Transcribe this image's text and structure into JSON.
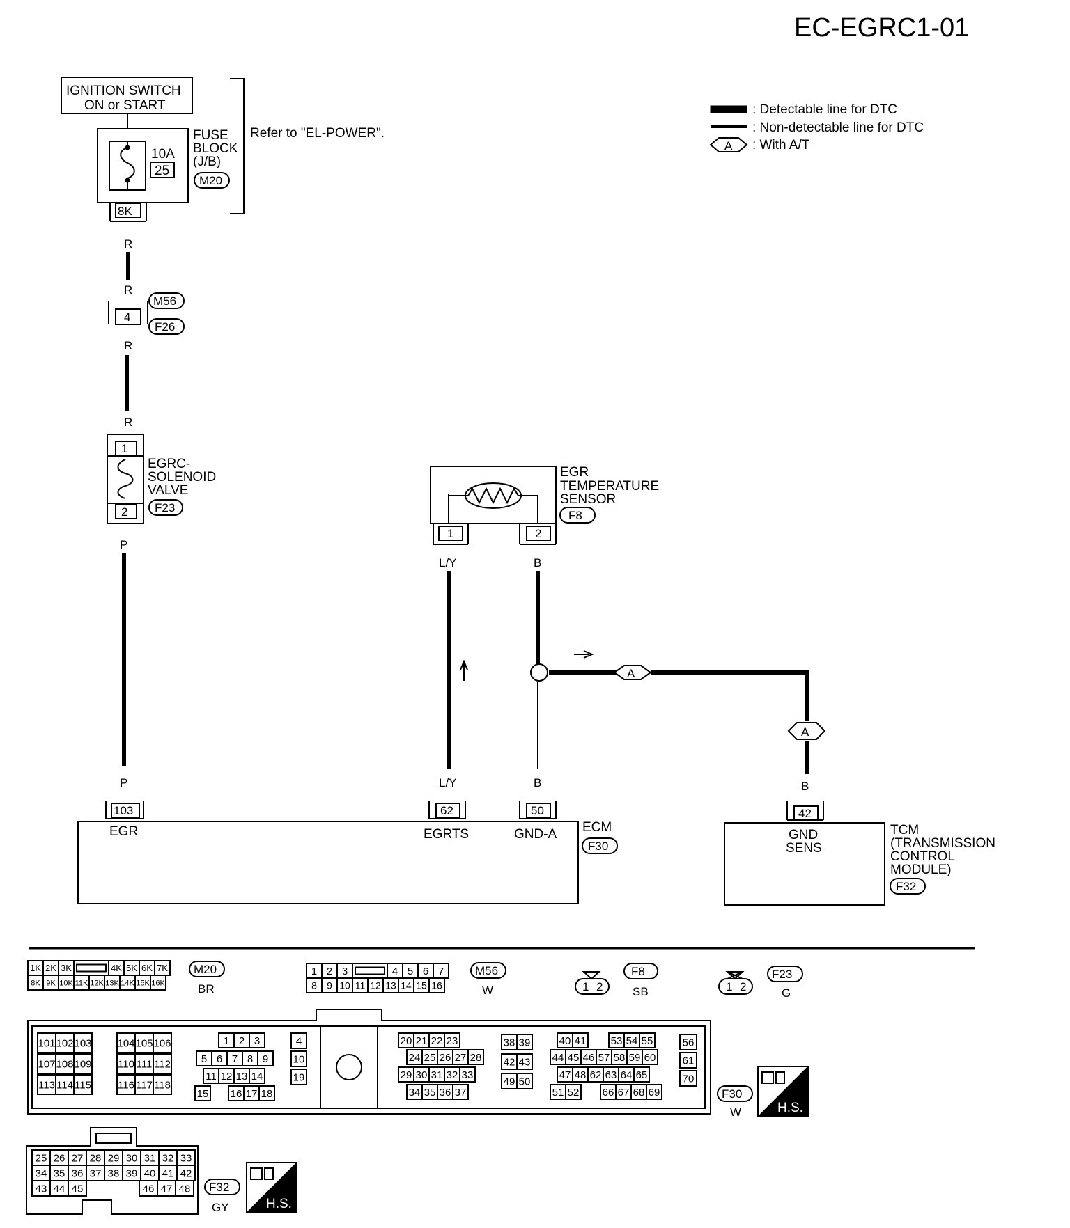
{
  "title": "EC-EGRC1-01",
  "legend": {
    "detectable": ": Detectable line for DTC",
    "non_detectable": ": Non-detectable line for DTC",
    "with_at_symbol": "A",
    "with_at": ": With A/T"
  },
  "power": {
    "switch_line1": "IGNITION SWITCH",
    "switch_line2": "ON or START",
    "fuse_amp": "10A",
    "fuse_no": "25",
    "fuse_block_line1": "FUSE",
    "fuse_block_line2": "BLOCK",
    "fuse_block_line3": "(J/B)",
    "fuse_block_conn": "M20",
    "fuse_terminal": "8K",
    "refer": "Refer to \"EL-POWER\"."
  },
  "wires": {
    "r1": "R",
    "r2": "R",
    "r3": "R",
    "r4": "R",
    "p1": "P",
    "p2": "P",
    "ly1": "L/Y",
    "ly2": "L/Y",
    "b1": "B",
    "b2": "B",
    "b3": "B"
  },
  "joint": {
    "terminal": "4",
    "conn_top": "M56",
    "conn_bottom": "F26"
  },
  "solenoid": {
    "t1": "1",
    "t2": "2",
    "line1": "EGRC-",
    "line2": "SOLENOID",
    "line3": "VALVE",
    "conn": "F23"
  },
  "sensor": {
    "line1": "EGR",
    "line2": "TEMPERATURE",
    "line3": "SENSOR",
    "conn": "F8",
    "t1": "1",
    "t2": "2"
  },
  "ecm": {
    "label": "ECM",
    "conn": "F30",
    "pins": [
      {
        "no": "103",
        "name": "EGR"
      },
      {
        "no": "62",
        "name": "EGRTS"
      },
      {
        "no": "50",
        "name": "GND-A"
      }
    ]
  },
  "tcm": {
    "line1": "TCM",
    "line2": "(TRANSMISSION",
    "line3": "CONTROL",
    "line4": "MODULE)",
    "conn": "F32",
    "pin_no": "42",
    "pin_name1": "GND",
    "pin_name2": "SENS"
  },
  "at_marker": "A",
  "connectors": {
    "m20": {
      "id": "M20",
      "color": "BR",
      "row1": [
        "1K",
        "2K",
        "3K",
        "",
        "4K",
        "5K",
        "6K",
        "7K"
      ],
      "row2": [
        "8K",
        "9K",
        "10K",
        "11K",
        "12K",
        "13K",
        "14K",
        "15K",
        "16K"
      ]
    },
    "m56": {
      "id": "M56",
      "color": "W",
      "row1": [
        "1",
        "2",
        "3",
        "",
        "4",
        "5",
        "6",
        "7"
      ],
      "row2": [
        "8",
        "9",
        "10",
        "11",
        "12",
        "13",
        "14",
        "15",
        "16"
      ]
    },
    "f8": {
      "id": "F8",
      "color": "SB",
      "pins": [
        "1",
        "2"
      ]
    },
    "f23": {
      "id": "F23",
      "color": "G",
      "pins": [
        "1",
        "2"
      ]
    },
    "f30": {
      "id": "F30",
      "color": "W",
      "g1": [
        [
          "101",
          "102",
          "103"
        ],
        [
          "107",
          "108",
          "109"
        ],
        [
          "113",
          "114",
          "115"
        ]
      ],
      "g2": [
        [
          "104",
          "105",
          "106"
        ],
        [
          "110",
          "111",
          "112"
        ],
        [
          "116",
          "117",
          "118"
        ]
      ],
      "g3": [
        [
          "1",
          "2",
          "3"
        ],
        [
          "5",
          "6",
          "7",
          "8",
          "9"
        ],
        [
          "11",
          "12",
          "13",
          "14"
        ],
        [
          "15",
          "16",
          "17",
          "18"
        ]
      ],
      "g4": [
        "4",
        "10",
        "19"
      ],
      "g5": [
        [
          "20",
          "21",
          "22",
          "23"
        ],
        [
          "24",
          "25",
          "26",
          "27",
          "28"
        ],
        [
          "29",
          "30",
          "31",
          "32",
          "33"
        ],
        [
          "34",
          "35",
          "36",
          "37"
        ]
      ],
      "g6": [
        [
          "38",
          "39"
        ],
        [
          "42",
          "43"
        ],
        [
          "49",
          "50"
        ]
      ],
      "g7": [
        [
          "40",
          "41"
        ],
        [
          "44",
          "45",
          "46",
          "57",
          "58",
          "59",
          "60"
        ],
        [
          "47",
          "48",
          "62",
          "63",
          "64",
          "65"
        ],
        [
          "51",
          "52"
        ]
      ],
      "g7b": [
        [
          "53",
          "54",
          "55"
        ],
        [
          "66",
          "67",
          "68",
          "69"
        ]
      ],
      "g8": [
        "56",
        "61",
        "70"
      ]
    },
    "f32": {
      "id": "F32",
      "color": "GY",
      "row1": [
        "25",
        "26",
        "27",
        "28",
        "29",
        "30",
        "31",
        "32",
        "33"
      ],
      "row2": [
        "34",
        "35",
        "36",
        "37",
        "38",
        "39",
        "40",
        "41",
        "42"
      ],
      "row3a": [
        "43",
        "44",
        "45"
      ],
      "row3b": [
        "46",
        "47",
        "48"
      ]
    },
    "hs": "H.S."
  }
}
